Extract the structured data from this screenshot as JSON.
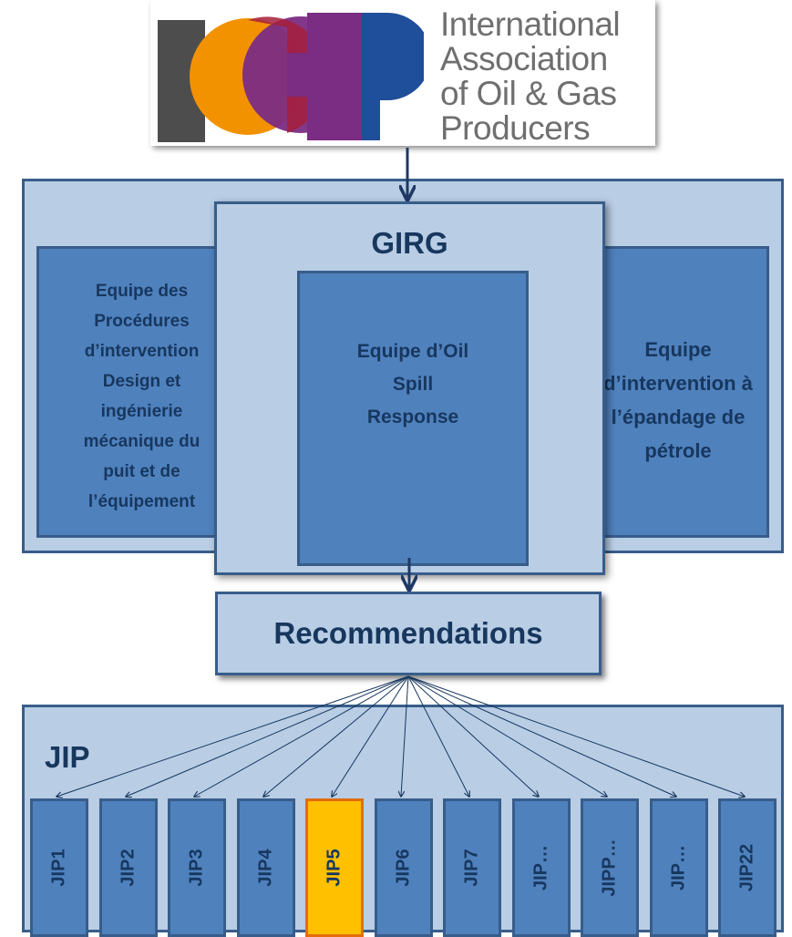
{
  "logo": {
    "text": "International\nAssociation\nof Oil & Gas\nProducers"
  },
  "girg": {
    "title": "GIRG",
    "left_team": "Equipe des\nProcédures\nd’intervention\nDesign et\ningénierie\nmécanique du\npuit et de\nl’équipement",
    "center_team": "Equipe d’Oil\nSpill\nResponse",
    "right_team": "Equipe\nd’intervention à\nl’épandage de\npétrole"
  },
  "recommendations": "Recommendations",
  "jip": {
    "title": "JIP",
    "items": [
      {
        "label": "JIP1",
        "highlighted": false
      },
      {
        "label": "JIP2",
        "highlighted": false
      },
      {
        "label": "JIP3",
        "highlighted": false
      },
      {
        "label": "JIP4",
        "highlighted": false
      },
      {
        "label": "JIP5",
        "highlighted": true
      },
      {
        "label": "JIP6",
        "highlighted": false
      },
      {
        "label": "JIP7",
        "highlighted": false
      },
      {
        "label": "JIP…",
        "highlighted": false
      },
      {
        "label": "JIPP…",
        "highlighted": false
      },
      {
        "label": "JIP…",
        "highlighted": false
      },
      {
        "label": "JIP22",
        "highlighted": false
      }
    ]
  },
  "colors": {
    "panel_light": "#b9cde5",
    "box_blue": "#4f81bd",
    "border": "#385d8a",
    "text_navy": "#17375e",
    "highlight_fill": "#ffc000",
    "highlight_border": "#e46c0a",
    "logo_gray": "#4d4d4d",
    "logo_orange": "#f39200",
    "logo_red": "#a61e3c",
    "logo_purple": "#7b2c83",
    "logo_blue": "#1f4e9a"
  }
}
